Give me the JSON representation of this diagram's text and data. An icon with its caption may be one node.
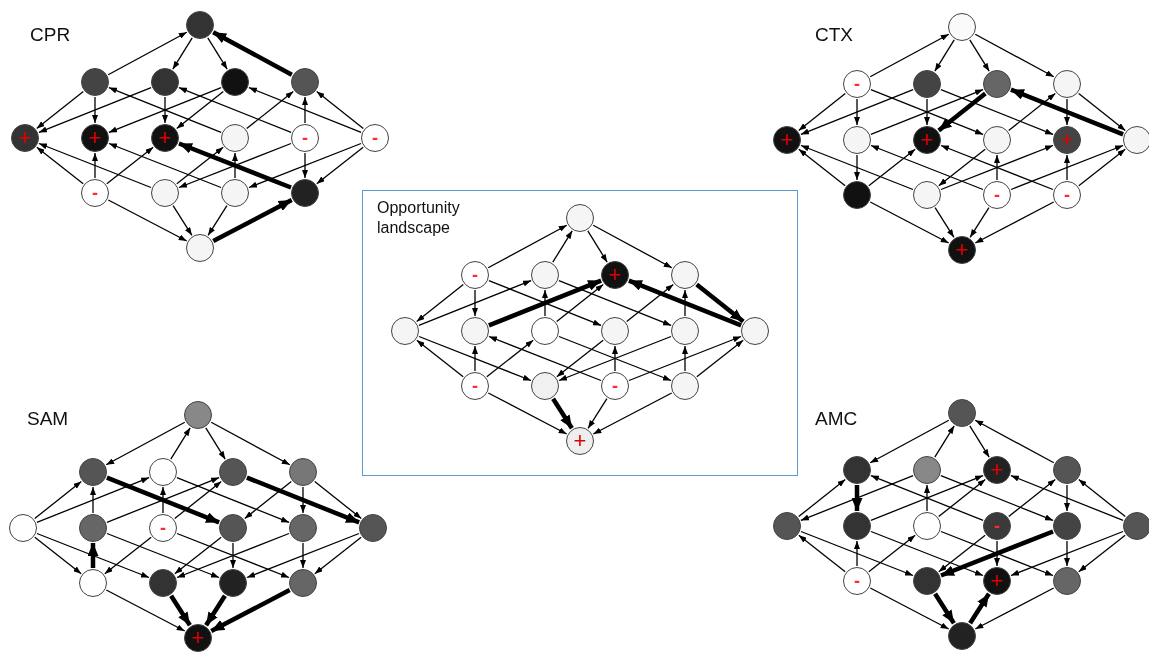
{
  "diagram": {
    "nodes": [
      {
        "text": [],
        "shape": "circle"
      },
      {
        "text": [],
        "shape": "circle"
      },
      {
        "text": [],
        "shape": "circle"
      },
      {
        "text": [],
        "shape": "circle"
      },
      {
        "text": [],
        "shape": "circle"
      },
      {
        "text": [
          "+"
        ]
      },
      {
        "text": [
          "+"
        ]
      },
      {
        "text": [
          "+"
        ]
      },
      {
        "text": [],
        "shape": "circle"
      },
      {
        "text": [
          "-"
        ]
      },
      {
        "text": [
          "-"
        ]
      },
      {
        "text": [
          "-"
        ]
      },
      {
        "text": [],
        "shape": "circle"
      },
      {
        "text": [],
        "shape": "circle"
      },
      {
        "text": [],
        "shape": "circle"
      },
      {
        "text": [],
        "shape": "circle"
      },
      {
        "text": [],
        "shape": "circle"
      },
      {
        "text": [
          "-"
        ]
      },
      {
        "text": [],
        "shape": "circle"
      },
      {
        "text": [],
        "shape": "circle"
      },
      {
        "text": [],
        "shape": "circle"
      },
      {
        "text": [
          "+"
        ]
      },
      {
        "text": [],
        "shape": "circle"
      },
      {
        "text": [
          "+"
        ]
      },
      {
        "text": [],
        "shape": "circle"
      },
      {
        "text": [
          "+"
        ]
      },
      {
        "text": [],
        "shape": "circle"
      },
      {
        "text": [],
        "shape": "circle"
      },
      {
        "text": [],
        "shape": "circle"
      },
      {
        "text": [
          "-"
        ]
      },
      {
        "text": [
          "-"
        ]
      },
      {
        "text": [
          "+"
        ]
      },
      {
        "text": [
          "Opportunity landscape"
        ]
      },
      {
        "text": [],
        "shape": "circle",
        "in": 32
      },
      {
        "text": [
          "-"
        ],
        "in": 32
      },
      {
        "text": [],
        "shape": "circle",
        "in": 32
      },
      {
        "text": [
          "+"
        ],
        "in": 32
      },
      {
        "text": [],
        "shape": "circle",
        "in": 32
      },
      {
        "text": [],
        "shape": "circle",
        "in": 32
      },
      {
        "text": [],
        "shape": "circle",
        "in": 32
      },
      {
        "text": [],
        "shape": "circle",
        "in": 32
      },
      {
        "text": [],
        "shape": "circle",
        "in": 32
      },
      {
        "text": [],
        "shape": "circle",
        "in": 32
      },
      {
        "text": [],
        "shape": "circle",
        "in": 32
      },
      {
        "text": [
          "-"
        ],
        "in": 32
      },
      {
        "text": [],
        "shape": "circle",
        "in": 32
      },
      {
        "text": [
          "-"
        ],
        "in": 32
      },
      {
        "text": [],
        "shape": "circle",
        "in": 32
      },
      {
        "text": [
          "+"
        ],
        "in": 32
      },
      {
        "text": [],
        "shape": "circle"
      },
      {
        "text": [],
        "shape": "circle"
      },
      {
        "text": [],
        "shape": "circle"
      },
      {
        "text": [],
        "shape": "circle"
      },
      {
        "text": [],
        "shape": "circle"
      },
      {
        "text": [],
        "shape": "circle"
      },
      {
        "text": [],
        "shape": "circle"
      },
      {
        "text": [
          "-"
        ]
      },
      {
        "text": [],
        "shape": "circle"
      },
      {
        "text": [],
        "shape": "circle"
      },
      {
        "text": [],
        "shape": "circle"
      },
      {
        "text": [],
        "shape": "circle"
      },
      {
        "text": [],
        "shape": "circle"
      },
      {
        "text": [],
        "shape": "circle"
      },
      {
        "text": [],
        "shape": "circle"
      },
      {
        "text": [
          "+"
        ]
      },
      {
        "text": [],
        "shape": "circle"
      },
      {
        "text": [],
        "shape": "circle"
      },
      {
        "text": [],
        "shape": "circle"
      },
      {
        "text": [
          "+"
        ]
      },
      {
        "text": [],
        "shape": "circle"
      },
      {
        "text": [],
        "shape": "circle"
      },
      {
        "text": [],
        "shape": "circle"
      },
      {
        "text": [],
        "shape": "circle"
      },
      {
        "text": [
          "-"
        ]
      },
      {
        "text": [],
        "shape": "circle"
      },
      {
        "text": [],
        "shape": "circle"
      },
      {
        "text": [
          "-"
        ]
      },
      {
        "text": [],
        "shape": "circle"
      },
      {
        "text": [
          "+"
        ]
      },
      {
        "text": [],
        "shape": "circle"
      },
      {
        "text": [],
        "shape": "circle"
      }
    ],
    "edges": [
      {
        "from": 1,
        "to": 0,
        "arrow": "to"
      },
      {
        "from": 0,
        "to": 2,
        "arrow": "to"
      },
      {
        "from": 0,
        "to": 3,
        "arrow": "to"
      },
      {
        "from": 4,
        "to": 0,
        "arrow": "to",
        "style": "thick"
      },
      {
        "from": 1,
        "to": 5,
        "arrow": "to"
      },
      {
        "from": 1,
        "to": 6,
        "arrow": "to"
      },
      {
        "from": 8,
        "to": 1,
        "arrow": "to"
      },
      {
        "from": 2,
        "to": 5,
        "arrow": "to"
      },
      {
        "from": 2,
        "to": 7,
        "arrow": "to"
      },
      {
        "from": 9,
        "to": 2,
        "arrow": "to"
      },
      {
        "from": 3,
        "to": 6,
        "arrow": "to"
      },
      {
        "from": 3,
        "to": 7,
        "arrow": "to"
      },
      {
        "from": 10,
        "to": 3,
        "arrow": "to"
      },
      {
        "from": 8,
        "to": 4,
        "arrow": "to"
      },
      {
        "from": 9,
        "to": 4,
        "arrow": "to"
      },
      {
        "from": 10,
        "to": 4,
        "arrow": "to"
      },
      {
        "from": 11,
        "to": 5,
        "arrow": "to"
      },
      {
        "from": 11,
        "to": 6,
        "arrow": "to"
      },
      {
        "from": 11,
        "to": 7,
        "arrow": "to"
      },
      {
        "from": 12,
        "to": 5,
        "arrow": "to"
      },
      {
        "from": 12,
        "to": 8,
        "arrow": "to"
      },
      {
        "from": 9,
        "to": 12,
        "arrow": "to"
      },
      {
        "from": 13,
        "to": 6,
        "arrow": "to"
      },
      {
        "from": 13,
        "to": 8,
        "arrow": "to"
      },
      {
        "from": 10,
        "to": 13,
        "arrow": "to"
      },
      {
        "from": 14,
        "to": 7,
        "arrow": "to",
        "style": "thick"
      },
      {
        "from": 9,
        "to": 14,
        "arrow": "to"
      },
      {
        "from": 10,
        "to": 14,
        "arrow": "to"
      },
      {
        "from": 11,
        "to": 15,
        "arrow": "to"
      },
      {
        "from": 12,
        "to": 15,
        "arrow": "to"
      },
      {
        "from": 13,
        "to": 15,
        "arrow": "to"
      },
      {
        "from": 15,
        "to": 14,
        "arrow": "to",
        "style": "thick"
      },
      {
        "from": 17,
        "to": 16,
        "arrow": "to"
      },
      {
        "from": 16,
        "to": 18,
        "arrow": "to"
      },
      {
        "from": 16,
        "to": 19,
        "arrow": "to"
      },
      {
        "from": 16,
        "to": 20,
        "arrow": "to"
      },
      {
        "from": 17,
        "to": 21,
        "arrow": "to"
      },
      {
        "from": 17,
        "to": 22,
        "arrow": "to"
      },
      {
        "from": 17,
        "to": 24,
        "arrow": "to"
      },
      {
        "from": 18,
        "to": 21,
        "arrow": "to"
      },
      {
        "from": 18,
        "to": 23,
        "arrow": "to"
      },
      {
        "from": 18,
        "to": 25,
        "arrow": "to"
      },
      {
        "from": 22,
        "to": 19,
        "arrow": "to"
      },
      {
        "from": 19,
        "to": 23,
        "arrow": "to",
        "style": "thick"
      },
      {
        "from": 26,
        "to": 19,
        "arrow": "to",
        "style": "thick"
      },
      {
        "from": 24,
        "to": 20,
        "arrow": "to"
      },
      {
        "from": 20,
        "to": 25,
        "arrow": "to"
      },
      {
        "from": 20,
        "to": 26,
        "arrow": "to"
      },
      {
        "from": 27,
        "to": 21,
        "arrow": "to"
      },
      {
        "from": 22,
        "to": 27,
        "arrow": "to"
      },
      {
        "from": 27,
        "to": 23,
        "arrow": "to"
      },
      {
        "from": 28,
        "to": 21,
        "arrow": "to"
      },
      {
        "from": 24,
        "to": 28,
        "arrow": "to"
      },
      {
        "from": 28,
        "to": 25,
        "arrow": "to"
      },
      {
        "from": 29,
        "to": 22,
        "arrow": "to"
      },
      {
        "from": 29,
        "to": 24,
        "arrow": "to"
      },
      {
        "from": 29,
        "to": 26,
        "arrow": "to"
      },
      {
        "from": 30,
        "to": 23,
        "arrow": "to"
      },
      {
        "from": 30,
        "to": 25,
        "arrow": "to"
      },
      {
        "from": 30,
        "to": 26,
        "arrow": "to"
      },
      {
        "from": 27,
        "to": 31,
        "arrow": "to"
      },
      {
        "from": 28,
        "to": 31,
        "arrow": "to"
      },
      {
        "from": 29,
        "to": 31,
        "arrow": "to"
      },
      {
        "from": 30,
        "to": 31,
        "arrow": "to"
      },
      {
        "from": 34,
        "to": 33,
        "arrow": "to"
      },
      {
        "from": 35,
        "to": 33,
        "arrow": "to"
      },
      {
        "from": 33,
        "to": 36,
        "arrow": "to"
      },
      {
        "from": 33,
        "to": 37,
        "arrow": "to"
      },
      {
        "from": 34,
        "to": 38,
        "arrow": "to"
      },
      {
        "from": 34,
        "to": 39,
        "arrow": "to"
      },
      {
        "from": 34,
        "to": 41,
        "arrow": "to"
      },
      {
        "from": 38,
        "to": 35,
        "arrow": "to"
      },
      {
        "from": 40,
        "to": 35,
        "arrow": "to"
      },
      {
        "from": 35,
        "to": 42,
        "arrow": "to"
      },
      {
        "from": 39,
        "to": 36,
        "arrow": "to",
        "style": "thick"
      },
      {
        "from": 40,
        "to": 36,
        "arrow": "to"
      },
      {
        "from": 43,
        "to": 36,
        "arrow": "to",
        "style": "thick"
      },
      {
        "from": 41,
        "to": 37,
        "arrow": "to"
      },
      {
        "from": 42,
        "to": 37,
        "arrow": "to"
      },
      {
        "from": 37,
        "to": 43,
        "arrow": "to",
        "style": "thick"
      },
      {
        "from": 44,
        "to": 38,
        "arrow": "to"
      },
      {
        "from": 44,
        "to": 39,
        "arrow": "to"
      },
      {
        "from": 44,
        "to": 40,
        "arrow": "to"
      },
      {
        "from": 38,
        "to": 45,
        "arrow": "to"
      },
      {
        "from": 41,
        "to": 45,
        "arrow": "to"
      },
      {
        "from": 42,
        "to": 45,
        "arrow": "to"
      },
      {
        "from": 46,
        "to": 39,
        "arrow": "to"
      },
      {
        "from": 46,
        "to": 41,
        "arrow": "to"
      },
      {
        "from": 46,
        "to": 43,
        "arrow": "to"
      },
      {
        "from": 40,
        "to": 47,
        "arrow": "to"
      },
      {
        "from": 47,
        "to": 42,
        "arrow": "to"
      },
      {
        "from": 47,
        "to": 43,
        "arrow": "to"
      },
      {
        "from": 44,
        "to": 48,
        "arrow": "to"
      },
      {
        "from": 45,
        "to": 48,
        "arrow": "to",
        "style": "thick"
      },
      {
        "from": 46,
        "to": 48,
        "arrow": "to"
      },
      {
        "from": 47,
        "to": 48,
        "arrow": "to"
      },
      {
        "from": 49,
        "to": 50,
        "arrow": "to"
      },
      {
        "from": 51,
        "to": 49,
        "arrow": "to"
      },
      {
        "from": 49,
        "to": 52,
        "arrow": "to"
      },
      {
        "from": 49,
        "to": 53,
        "arrow": "to"
      },
      {
        "from": 54,
        "to": 50,
        "arrow": "to"
      },
      {
        "from": 55,
        "to": 50,
        "arrow": "to"
      },
      {
        "from": 50,
        "to": 57,
        "arrow": "to",
        "style": "thick"
      },
      {
        "from": 54,
        "to": 51,
        "arrow": "to"
      },
      {
        "from": 56,
        "to": 51,
        "arrow": "to"
      },
      {
        "from": 51,
        "to": 58,
        "arrow": "to"
      },
      {
        "from": 55,
        "to": 52,
        "arrow": "to"
      },
      {
        "from": 56,
        "to": 52,
        "arrow": "to"
      },
      {
        "from": 52,
        "to": 59,
        "arrow": "to",
        "style": "thick"
      },
      {
        "from": 53,
        "to": 57,
        "arrow": "to"
      },
      {
        "from": 53,
        "to": 58,
        "arrow": "to"
      },
      {
        "from": 53,
        "to": 59,
        "arrow": "to"
      },
      {
        "from": 54,
        "to": 60,
        "arrow": "to"
      },
      {
        "from": 60,
        "to": 55,
        "arrow": "to",
        "style": "thick"
      },
      {
        "from": 56,
        "to": 60,
        "arrow": "to"
      },
      {
        "from": 54,
        "to": 61,
        "arrow": "to"
      },
      {
        "from": 57,
        "to": 61,
        "arrow": "to"
      },
      {
        "from": 58,
        "to": 61,
        "arrow": "to"
      },
      {
        "from": 55,
        "to": 62,
        "arrow": "to"
      },
      {
        "from": 57,
        "to": 62,
        "arrow": "to"
      },
      {
        "from": 59,
        "to": 62,
        "arrow": "to"
      },
      {
        "from": 56,
        "to": 63,
        "arrow": "to"
      },
      {
        "from": 58,
        "to": 63,
        "arrow": "to"
      },
      {
        "from": 59,
        "to": 63,
        "arrow": "to"
      },
      {
        "from": 60,
        "to": 64,
        "arrow": "to"
      },
      {
        "from": 61,
        "to": 64,
        "arrow": "to",
        "style": "thick"
      },
      {
        "from": 62,
        "to": 64,
        "arrow": "to",
        "style": "thick"
      },
      {
        "from": 63,
        "to": 64,
        "arrow": "to",
        "style": "thick"
      },
      {
        "from": 65,
        "to": 66,
        "arrow": "to"
      },
      {
        "from": 67,
        "to": 65,
        "arrow": "to"
      },
      {
        "from": 65,
        "to": 68,
        "arrow": "to"
      },
      {
        "from": 69,
        "to": 65,
        "arrow": "to"
      },
      {
        "from": 70,
        "to": 66,
        "arrow": "to"
      },
      {
        "from": 66,
        "to": 71,
        "arrow": "to",
        "style": "thick"
      },
      {
        "from": 73,
        "to": 66,
        "arrow": "to"
      },
      {
        "from": 67,
        "to": 70,
        "arrow": "to"
      },
      {
        "from": 72,
        "to": 67,
        "arrow": "to"
      },
      {
        "from": 67,
        "to": 74,
        "arrow": "to"
      },
      {
        "from": 71,
        "to": 68,
        "arrow": "to"
      },
      {
        "from": 72,
        "to": 68,
        "arrow": "to"
      },
      {
        "from": 75,
        "to": 68,
        "arrow": "to"
      },
      {
        "from": 73,
        "to": 69,
        "arrow": "to"
      },
      {
        "from": 69,
        "to": 74,
        "arrow": "to"
      },
      {
        "from": 75,
        "to": 69,
        "arrow": "to"
      },
      {
        "from": 76,
        "to": 70,
        "arrow": "to"
      },
      {
        "from": 76,
        "to": 71,
        "arrow": "to"
      },
      {
        "from": 76,
        "to": 72,
        "arrow": "to"
      },
      {
        "from": 70,
        "to": 77,
        "arrow": "to"
      },
      {
        "from": 73,
        "to": 77,
        "arrow": "to"
      },
      {
        "from": 74,
        "to": 77,
        "arrow": "to",
        "style": "thick"
      },
      {
        "from": 71,
        "to": 78,
        "arrow": "to"
      },
      {
        "from": 73,
        "to": 78,
        "arrow": "to"
      },
      {
        "from": 75,
        "to": 78,
        "arrow": "to"
      },
      {
        "from": 72,
        "to": 79,
        "arrow": "to"
      },
      {
        "from": 74,
        "to": 79,
        "arrow": "to"
      },
      {
        "from": 75,
        "to": 79,
        "arrow": "to"
      },
      {
        "from": 76,
        "to": 80,
        "arrow": "to"
      },
      {
        "from": 77,
        "to": 80,
        "arrow": "to",
        "style": "thick"
      },
      {
        "from": 80,
        "to": 78,
        "arrow": "to",
        "style": "thick"
      },
      {
        "from": 79,
        "to": 80,
        "arrow": "to"
      }
    ],
    "labels": [
      "CPR",
      "CTX",
      "SAM",
      "AMC"
    ]
  }
}
